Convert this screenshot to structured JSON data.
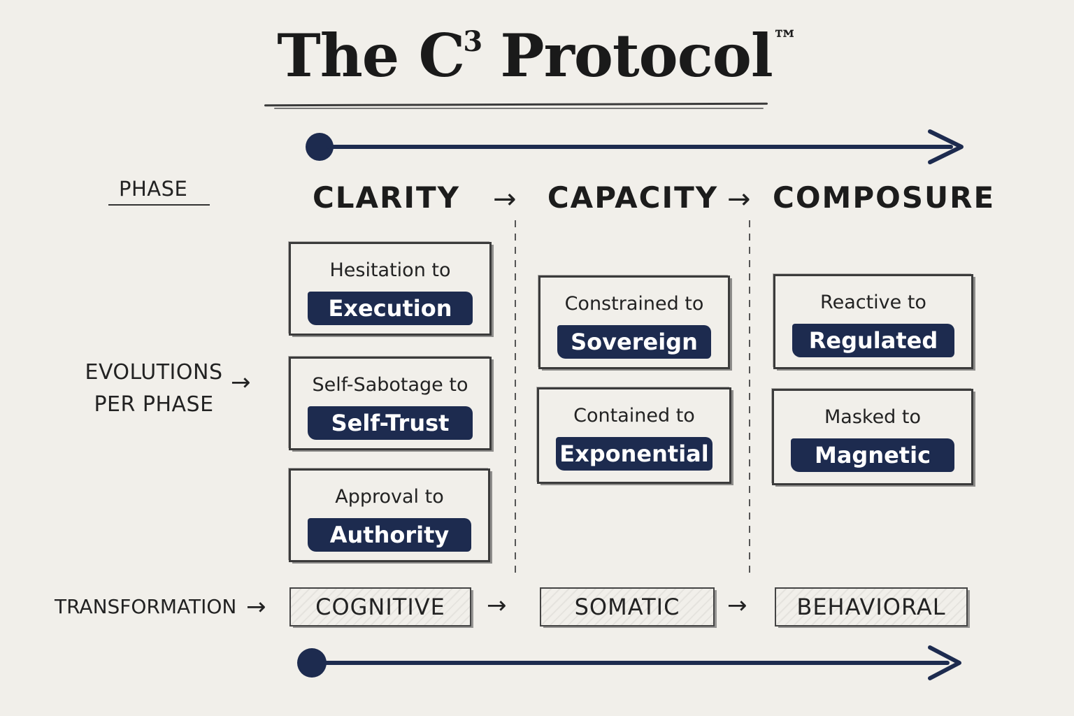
{
  "title": {
    "main": "The C",
    "superscript": "3",
    "after": " Protocol",
    "trademark": "™"
  },
  "labels": {
    "phase": "PHASE",
    "evolutions_line1": "EVOLUTIONS",
    "evolutions_line2": "PER PHASE",
    "transformation": "TRANSFORMATION"
  },
  "arrow_glyph": "→",
  "phases": [
    {
      "name": "CLARITY"
    },
    {
      "name": "CAPACITY"
    },
    {
      "name": "COMPOSURE"
    }
  ],
  "evolutions": [
    [
      {
        "from": "Hesitation to",
        "to": "Execution"
      },
      {
        "from": "Self-Sabotage to",
        "to": "Self-Trust"
      },
      {
        "from": "Approval to",
        "to": "Authority"
      }
    ],
    [
      {
        "from": "Constrained to",
        "to": "Sovereign"
      },
      {
        "from": "Contained to",
        "to": "Exponential"
      }
    ],
    [
      {
        "from": "Reactive to",
        "to": "Regulated"
      },
      {
        "from": "Masked to",
        "to": "Magnetic"
      }
    ]
  ],
  "transformations": [
    "COGNITIVE",
    "SOMATIC",
    "BEHAVIORAL"
  ],
  "colors": {
    "navy": "#1d2b4f",
    "paper": "#f1efea",
    "ink": "#1f1f1f"
  }
}
